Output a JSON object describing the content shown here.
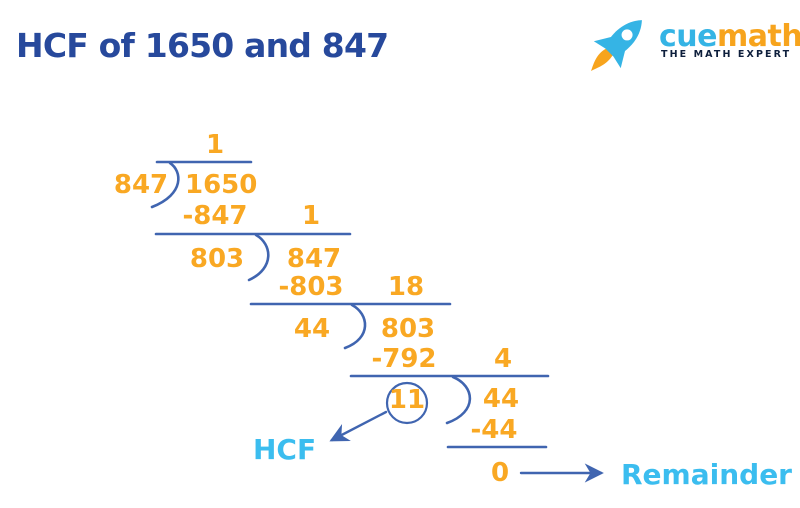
{
  "title": "HCF of 1650 and 847",
  "logo": {
    "cue": "cue",
    "math": "math",
    "tagline": "THE MATH EXPERT"
  },
  "steps": [
    {
      "divisor": "847",
      "dividend": "1650",
      "quotient": "1",
      "subtraction": "-847"
    },
    {
      "divisor": "803",
      "dividend": "847",
      "quotient": "1",
      "subtraction": "-803"
    },
    {
      "divisor": "44",
      "dividend": "803",
      "quotient": "18",
      "subtraction": "-792"
    },
    {
      "divisor": "11",
      "dividend": "44",
      "quotient": "4",
      "subtraction": "-44"
    }
  ],
  "final_remainder": "0",
  "labels": {
    "hcf": "HCF",
    "remainder": "Remainder"
  },
  "colors": {
    "number_orange": "#F9A823",
    "line_blue": "#4065B0",
    "title_navy": "#27499C",
    "label_cyan": "#3BBDEF",
    "logo_cyan": "#35B4E5",
    "logo_orange": "#F7A41D",
    "tagline_navy": "#0E1F3C",
    "background": "#FFFFFF"
  }
}
